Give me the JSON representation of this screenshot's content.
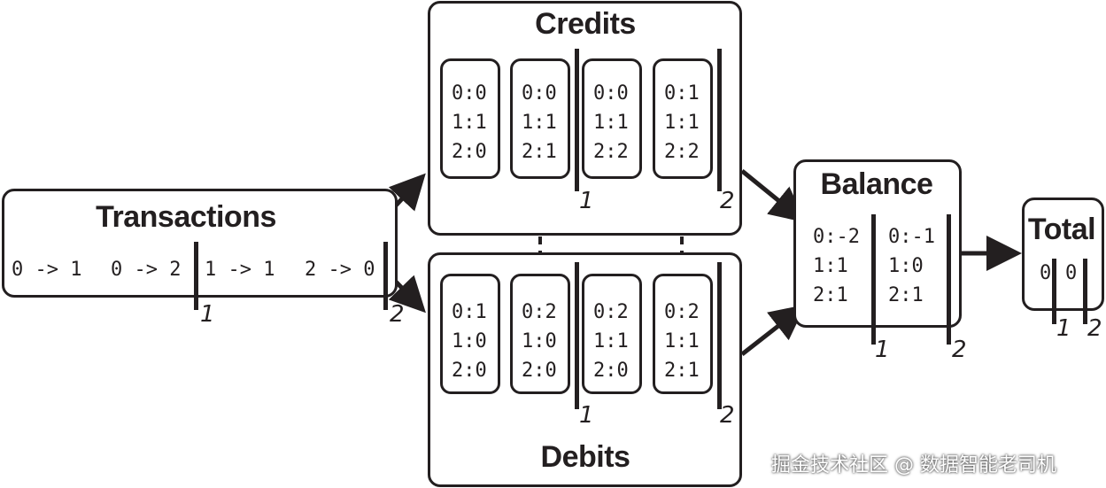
{
  "transactions": {
    "title": "Transactions",
    "items": [
      "0 -> 1",
      "0 -> 2",
      "1 -> 1",
      "2 -> 0"
    ]
  },
  "credits": {
    "title": "Credits",
    "cells": [
      "0:0\n1:1\n2:0",
      "0:0\n1:1\n2:1",
      "0:0\n1:1\n2:2",
      "0:1\n1:1\n2:2"
    ]
  },
  "debits": {
    "title": "Debits",
    "cells": [
      "0:1\n1:0\n2:0",
      "0:2\n1:0\n2:0",
      "0:2\n1:1\n2:0",
      "0:2\n1:1\n2:1"
    ]
  },
  "balance": {
    "title": "Balance",
    "cells": [
      "0:-2\n1:1\n2:1",
      "0:-1\n1:0\n2:1"
    ]
  },
  "total": {
    "title": "Total",
    "values": [
      "0",
      "0"
    ]
  },
  "markers": {
    "one": "1",
    "two": "2"
  },
  "watermark": "掘金技术社区 @ 数据智能老司机",
  "colors": {
    "ink": "#231f20",
    "background": "#ffffff"
  }
}
